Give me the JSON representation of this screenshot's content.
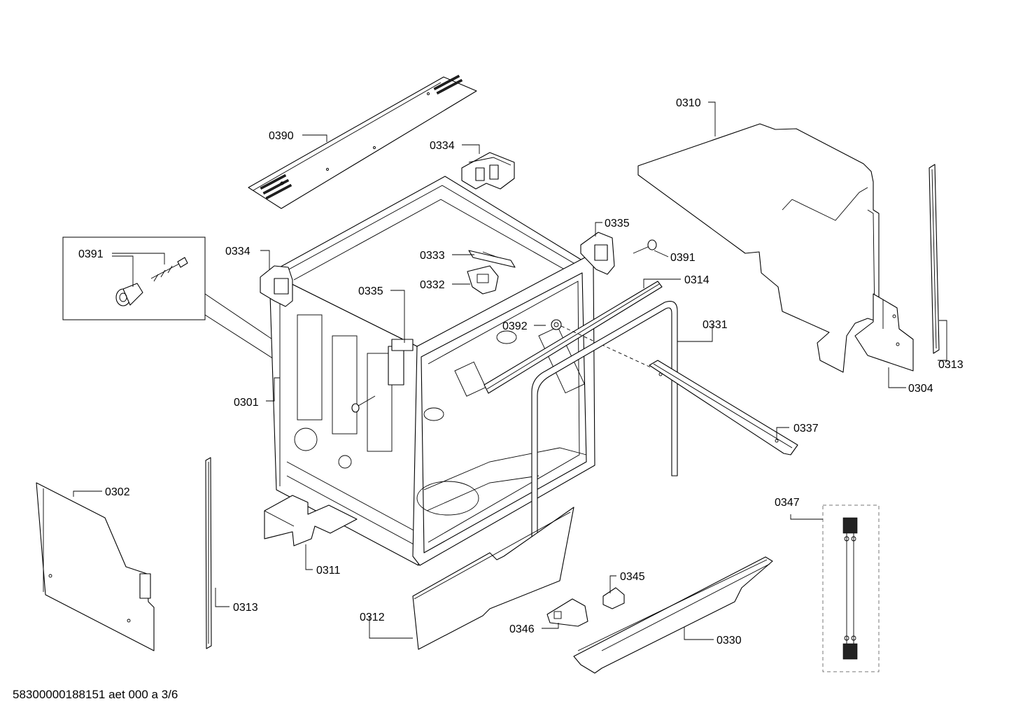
{
  "labels": {
    "p0390": "0390",
    "p0334a": "0334",
    "p0310": "0310",
    "p0391a": "0391",
    "p0334b": "0334",
    "p0335a": "0335",
    "p0391b": "0391",
    "p0333": "0333",
    "p0332": "0332",
    "p0314": "0314",
    "p0335b": "0335",
    "p0392": "0392",
    "p0331": "0331",
    "p0313a": "0313",
    "p0304": "0304",
    "p0301": "0301",
    "p0337": "0337",
    "p0302": "0302",
    "p0347": "0347",
    "p0311": "0311",
    "p0345": "0345",
    "p0313b": "0313",
    "p0312": "0312",
    "p0346": "0346",
    "p0330": "0330"
  },
  "footer": {
    "document_code": "58300000188151 aet 000 a 3/6"
  }
}
